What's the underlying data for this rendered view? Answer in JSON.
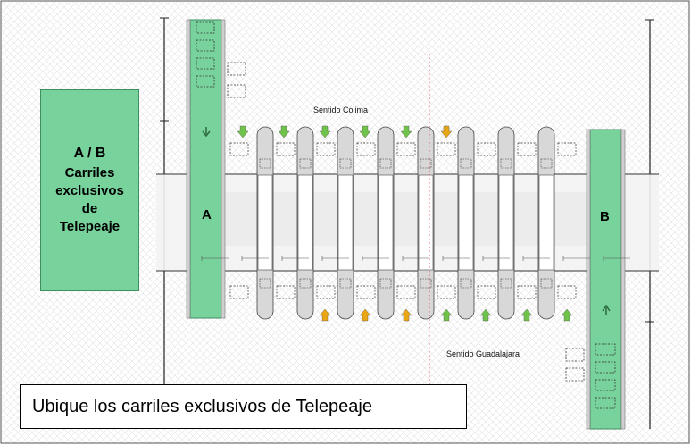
{
  "legend": {
    "title": "A / B",
    "lines": [
      "Carriles",
      "exclusivos",
      "de",
      "Telepeaje"
    ]
  },
  "lanes": {
    "a": "A",
    "b": "B"
  },
  "directions": {
    "north": "Sentido Colima",
    "south": "Sentido Guadalajara"
  },
  "caption": "Ubique los carriles exclusivos de Telepeaje",
  "colors": {
    "telepeaje_lane": "#78d29c",
    "booth_island": "#d8d8d8",
    "arrow_green": "#6fc24a",
    "arrow_orange": "#e8a614",
    "center_line": "#e05050"
  }
}
